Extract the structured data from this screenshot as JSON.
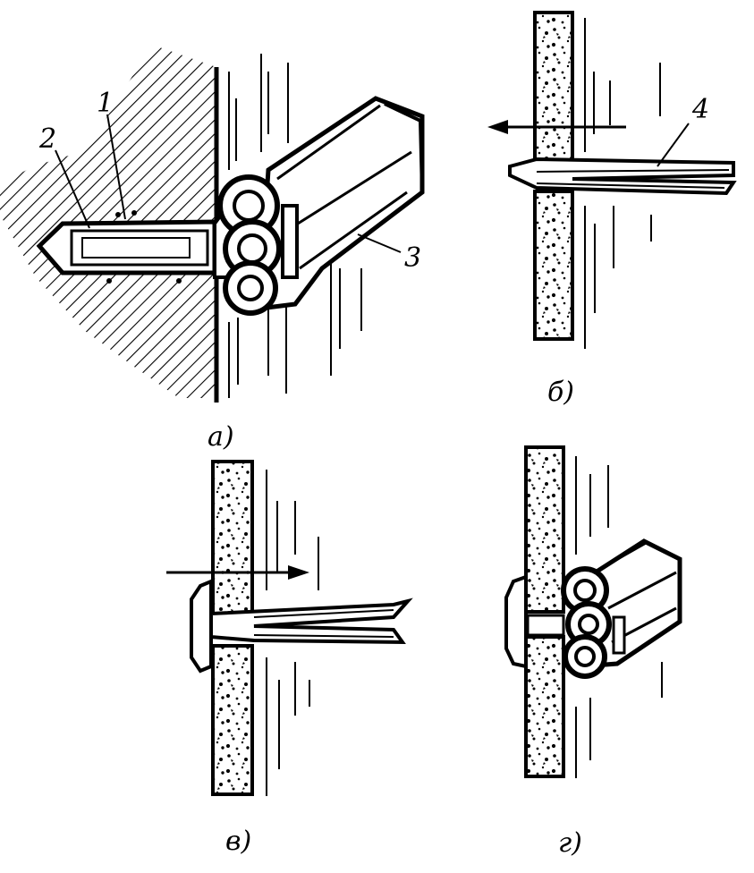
{
  "figure": {
    "panels": [
      {
        "id": "a",
        "label": "а)"
      },
      {
        "id": "b",
        "label": "б)"
      },
      {
        "id": "c",
        "label": "в)"
      },
      {
        "id": "d",
        "label": "г)"
      }
    ],
    "callouts": [
      {
        "number": "1"
      },
      {
        "number": "2"
      },
      {
        "number": "3"
      },
      {
        "number": "4"
      }
    ]
  }
}
